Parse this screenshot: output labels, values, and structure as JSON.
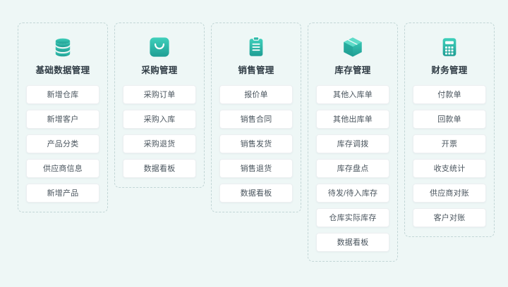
{
  "theme": {
    "background": "#eef7f6",
    "accent": "#2bbfae",
    "accent_dark": "#21a598",
    "dash_border": "#c2d6d6",
    "item_bg": "#ffffff",
    "title_color": "#2f3b44",
    "item_text_color": "#4a555e"
  },
  "columns": [
    {
      "id": "basic-data-management",
      "icon": "database-icon",
      "title": "基础数据管理",
      "items": [
        "新增仓库",
        "新增客户",
        "产品分类",
        "供应商信息",
        "新增产品"
      ]
    },
    {
      "id": "purchase-management",
      "icon": "shopping-bag-icon",
      "title": "采购管理",
      "items": [
        "采购订单",
        "采购入库",
        "采购退货",
        "数据看板"
      ]
    },
    {
      "id": "sales-management",
      "icon": "clipboard-icon",
      "title": "销售管理",
      "items": [
        "报价单",
        "销售合同",
        "销售发货",
        "销售退货",
        "数据看板"
      ]
    },
    {
      "id": "inventory-management",
      "icon": "box-icon",
      "title": "库存管理",
      "items": [
        "其他入库单",
        "其他出库单",
        "库存调拨",
        "库存盘点",
        "待发/待入库存",
        "仓库实际库存",
        "数据看板"
      ]
    },
    {
      "id": "finance-management",
      "icon": "calculator-icon",
      "title": "财务管理",
      "items": [
        "付款单",
        "回款单",
        "开票",
        "收支统计",
        "供应商对账",
        "客户对账"
      ]
    }
  ]
}
